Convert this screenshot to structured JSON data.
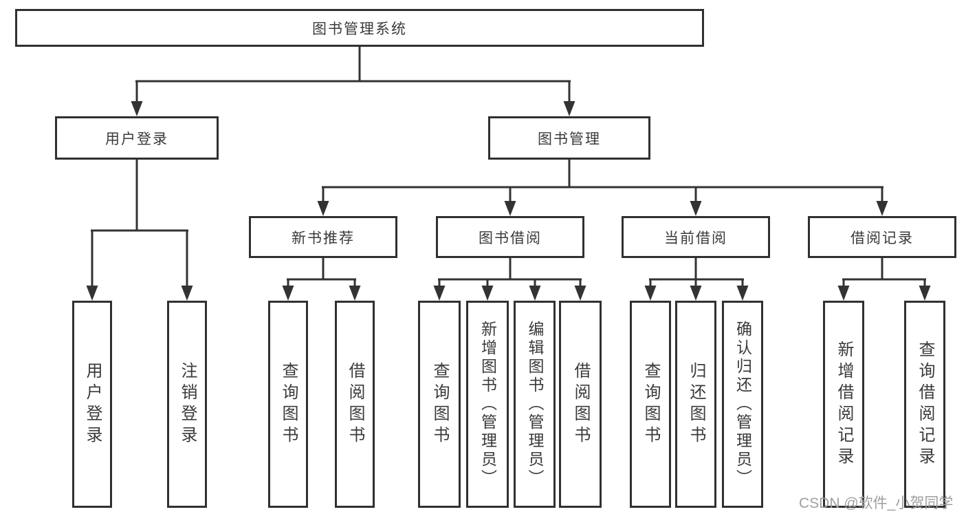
{
  "theme": {
    "background": "#ffffff",
    "line_color": "#333333",
    "border_color": "#303030",
    "text_color": "#3a3a3a",
    "watermark_color": "#9e9e9e"
  },
  "watermark": "CSDN @软件_小贺同学",
  "tree": {
    "root": {
      "label": "图书管理系统"
    },
    "branches": [
      {
        "label": "用户登录",
        "children": [
          "用户登录",
          "注销登录"
        ]
      },
      {
        "label": "图书管理",
        "children": [
          {
            "label": "新书推荐",
            "children": [
              "查询图书",
              "借阅图书"
            ]
          },
          {
            "label": "图书借阅",
            "children": [
              "查询图书",
              "新增图书（管理员）",
              "编辑图书（管理员）",
              "借阅图书"
            ]
          },
          {
            "label": "当前借阅",
            "children": [
              "查询图书",
              "归还图书",
              "确认归还（管理员）"
            ]
          },
          {
            "label": "借阅记录",
            "children": [
              "新增借阅记录",
              "查询借阅记录"
            ]
          }
        ]
      }
    ]
  }
}
